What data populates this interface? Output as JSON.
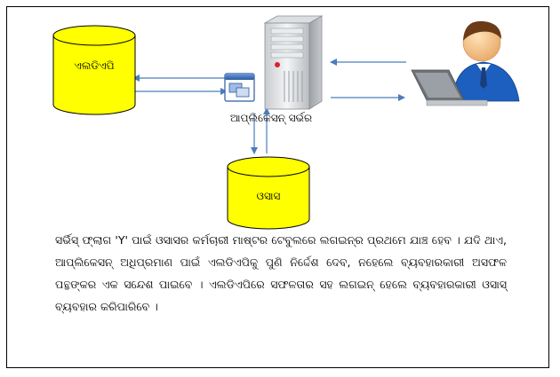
{
  "diagram": {
    "nodes": {
      "ldap": {
        "label": "ଏଲଡିଏପି",
        "shape": "cylinder",
        "fill": "#ffff00",
        "stroke": "#000000"
      },
      "osas": {
        "label": "ଓସାସ",
        "shape": "cylinder",
        "fill": "#ffff00",
        "stroke": "#000000"
      },
      "server": {
        "label": "ଆପ୍ଲିକେସନ୍ ସର୍ଭର",
        "icon": "server-tower-icon"
      },
      "user": {
        "icon": "user-laptop-icon"
      }
    },
    "arrow_color": "#4a7ebb",
    "description": "ସର୍ଭିସ୍ ଫ୍ଲାଗ 'Y' ପାଇଁ ଓସାସର କର୍ମଚାରୀ ମାଷ୍ଟର ଟେବୁଲରେ ଲଗଇନ୍‌ର ପ୍ରଥମେ ଯାଞ୍ଚ ହେବ । ଯଦି ଥାଏ, ଆପ୍ଲିକେସନ୍ ଅଧିପ୍ରମାଣ ପାଇଁ ଏଲଡିଏପିକୁ ପୁଣି ନିର୍ଦ୍ଦେଶ ଦେବ, ନହେଲେ ବ୍ୟବହାରକାରୀ ଅସଫଳ ପନ୍ଥଙ୍କର ଏକ ସନ୍ଦେଶ ପାଇବେ । ଏଲଡିଏପିରେ ସଫଳତାର ସହ ଲଗଇନ୍ ହେଲେ ବ୍ୟବହାରକାରୀ ଓସାସ୍ ବ୍ୟବହାର କରିପାରିବେ ।"
  }
}
